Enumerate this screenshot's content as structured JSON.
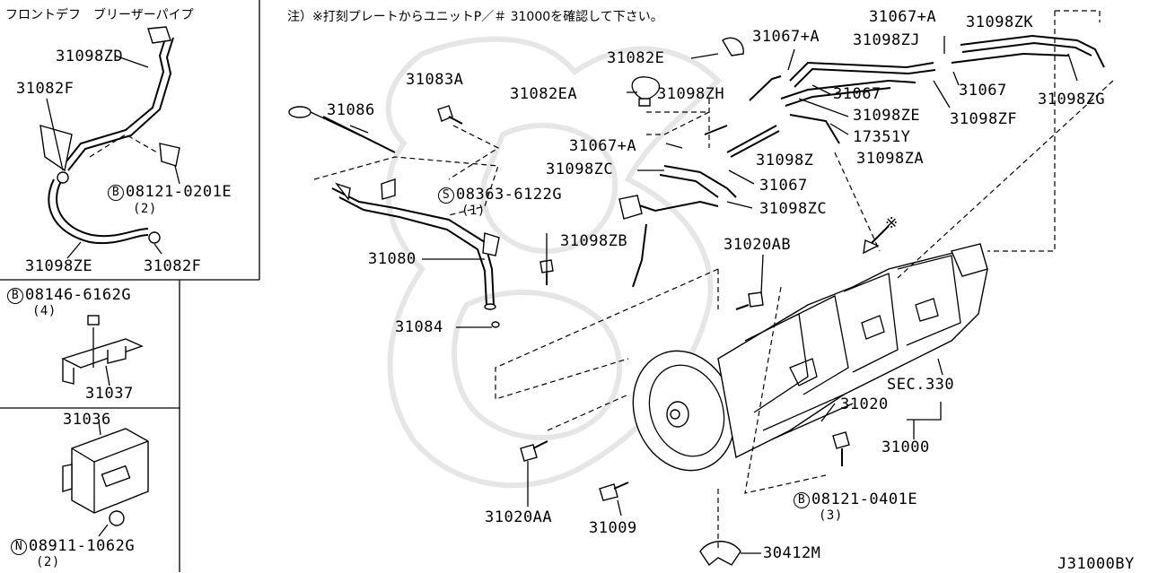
{
  "diagram_code": "J31000BY",
  "note": "注）※打刻プレートからユニットP／＃ 31000を確認して下さい。",
  "inset_header": "フロントデフ　ブリーザーパイプ",
  "inset_labels": {
    "p31098ZD": "31098ZD",
    "p31082F_top": "31082F",
    "b08121_0201E": "08121-0201E",
    "b08121_0201E_qty": "(2)",
    "p31098ZE": "31098ZE",
    "p31082F_bot": "31082F",
    "b08146_6162G": "08146-6162G",
    "b08146_6162G_qty": "(4)",
    "p31037": "31037",
    "p31036": "31036",
    "n08911_1062G": "08911-1062G",
    "n08911_1062G_qty": "(2)"
  },
  "labels": {
    "p31067_A_1": "31067+A",
    "p31098ZK": "31098ZK",
    "p31082E": "31082E",
    "p31067_A_2": "31067+A",
    "p31098ZJ": "31098ZJ",
    "p31083A": "31083A",
    "p31082EA": "31082EA",
    "p31098ZH": "31098ZH",
    "p31067_1": "31067",
    "p31067_2": "31067",
    "p31098ZG": "31098ZG",
    "p31086": "31086",
    "p31098ZE": "31098ZE",
    "p31098ZF": "31098ZF",
    "p17351Y": "17351Y",
    "p31067_A_3": "31067+A",
    "p31098Z": "31098Z",
    "p31098ZA": "31098ZA",
    "p31098ZC_1": "31098ZC",
    "p31067_3": "31067",
    "s08363_6122G": "08363-6122G",
    "s08363_6122G_qty": "(1)",
    "p31098ZC_2": "31098ZC",
    "p31098ZB": "31098ZB",
    "p31020AB": "31020AB",
    "p31080": "31080",
    "p31084": "31084",
    "sec330": "SEC.330",
    "p31020": "31020",
    "p31000": "31000",
    "b08121_0401E": "08121-0401E",
    "b08121_0401E_qty": "(3)",
    "p31020AA": "31020AA",
    "p31009": "31009",
    "p30412M": "30412M",
    "mark": "※"
  },
  "symbols": {
    "bolt": "B",
    "screw": "S",
    "nut": "N"
  }
}
